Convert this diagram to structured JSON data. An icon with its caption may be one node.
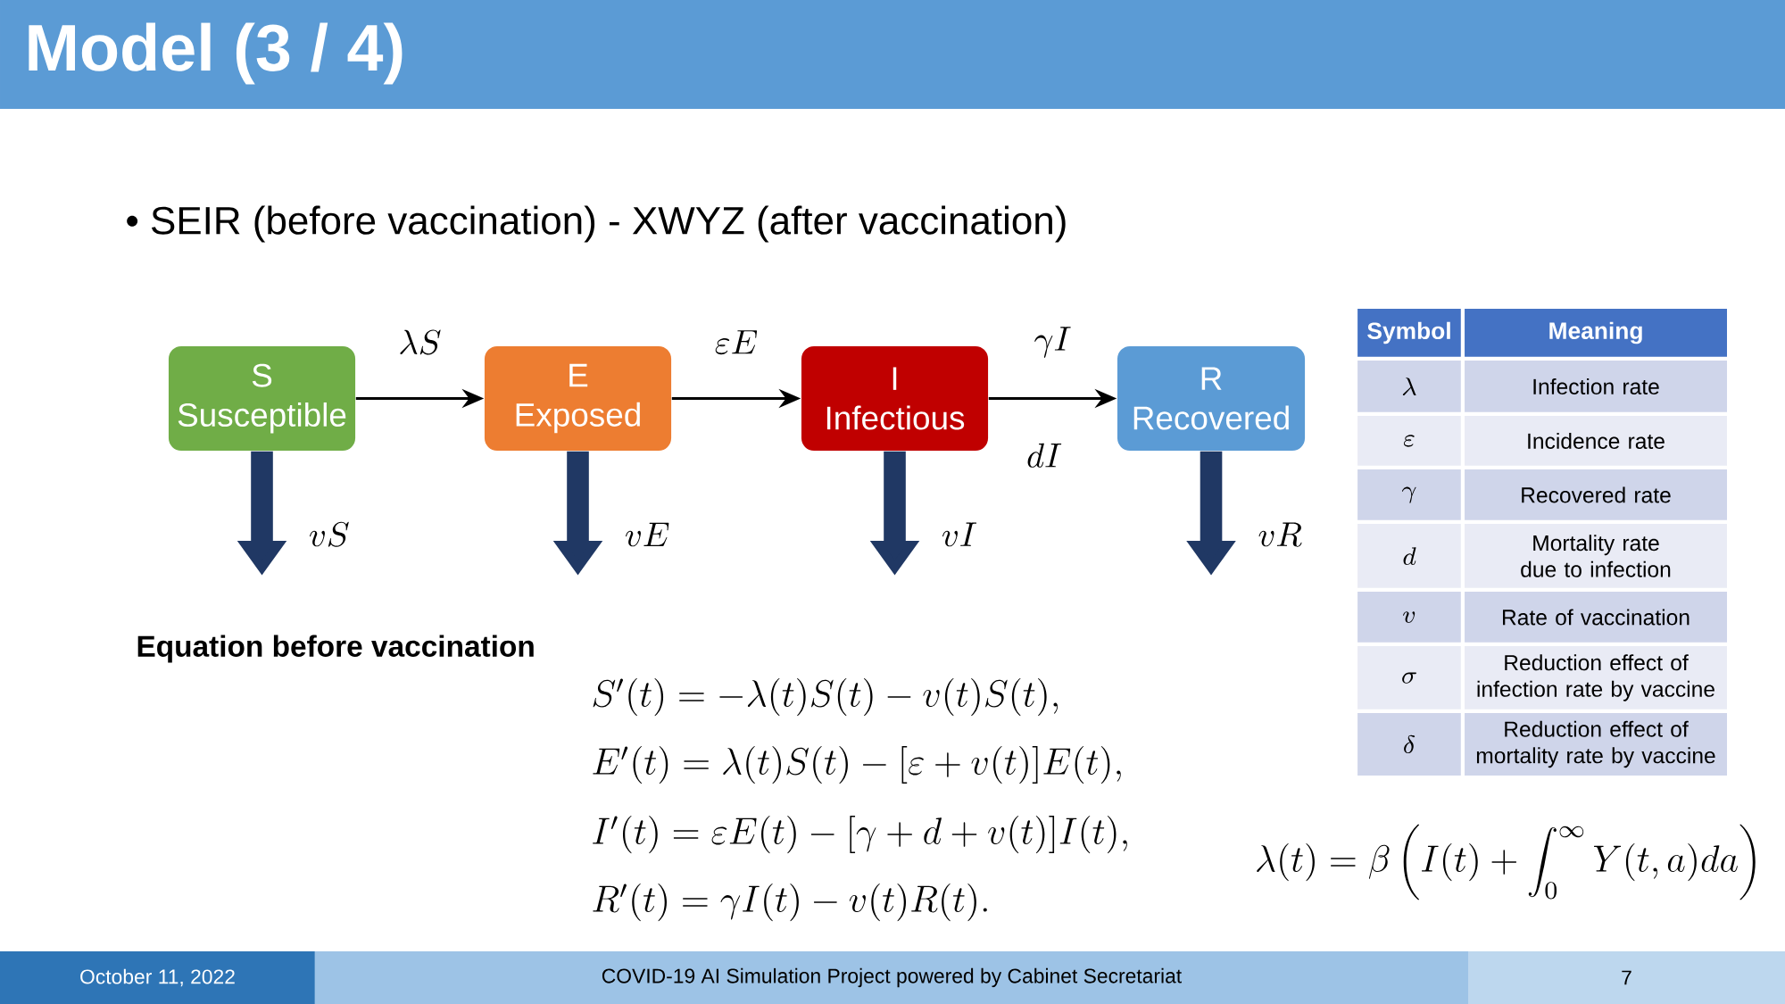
{
  "diagram": {
    "title": "Model (3 / 4)",
    "nodes": [
      {
        "text": [
          "S",
          "Susceptible"
        ]
      },
      {
        "text": [
          "E",
          "Exposed"
        ]
      },
      {
        "text": [
          "I",
          "Infectious"
        ]
      },
      {
        "text": [
          "R",
          "Recovered"
        ]
      }
    ],
    "edges": [
      {
        "from": 0,
        "to": 1,
        "arrow": "to",
        "label": "\\lambda S",
        "color": "#000000"
      },
      {
        "from": 1,
        "to": 2,
        "arrow": "to",
        "label": "\\varepsilon E",
        "color": "#000000"
      },
      {
        "from": 2,
        "to": 3,
        "arrow": "to",
        "label": "\\gamma I",
        "color": "#000000"
      },
      {
        "from": 0,
        "to": null,
        "arrow": "to",
        "label": "vS",
        "color": "#203864"
      },
      {
        "from": 1,
        "to": null,
        "arrow": "to",
        "label": "vE",
        "color": "#203864"
      },
      {
        "from": 2,
        "to": null,
        "arrow": "to",
        "label": "vI",
        "color": "#203864"
      },
      {
        "from": 3,
        "to": null,
        "arrow": "to",
        "label": "vR",
        "color": "#203864"
      }
    ],
    "labels": [
      "• SEIR (before vaccination) - XWYZ (after vaccination)",
      "dI",
      "Symbol",
      "Meaning",
      "\\lambda",
      "Infection rate",
      "\\varepsilon",
      "Incidence rate",
      "\\gamma",
      "Recovered rate",
      "d",
      "Mortality rate due to infection",
      "v",
      "Rate of vaccination",
      "\\sigma",
      "Reduction effect of infection rate by vaccine",
      "\\delta",
      "Reduction effect of mortality rate by vaccine",
      "Equation before vaccination",
      "S'(t) = -\\lambda(t)S(t) - v(t)S(t),",
      "E'(t) = \\lambda(t)S(t) - [\\varepsilon + v(t)]E(t),",
      "I'(t) = \\varepsilon E(t) - [\\gamma + d + v(t)]I(t),",
      "R'(t) = \\gamma I(t) - v(t)R(t).",
      "\\lambda(t) = \\beta\\left(I(t) + \\int_0^\\infty Y(t,a)da\\right)",
      "October 11, 2022",
      "COVID-19 AI Simulation Project powered by Cabinet Secretariat",
      "7"
    ]
  }
}
